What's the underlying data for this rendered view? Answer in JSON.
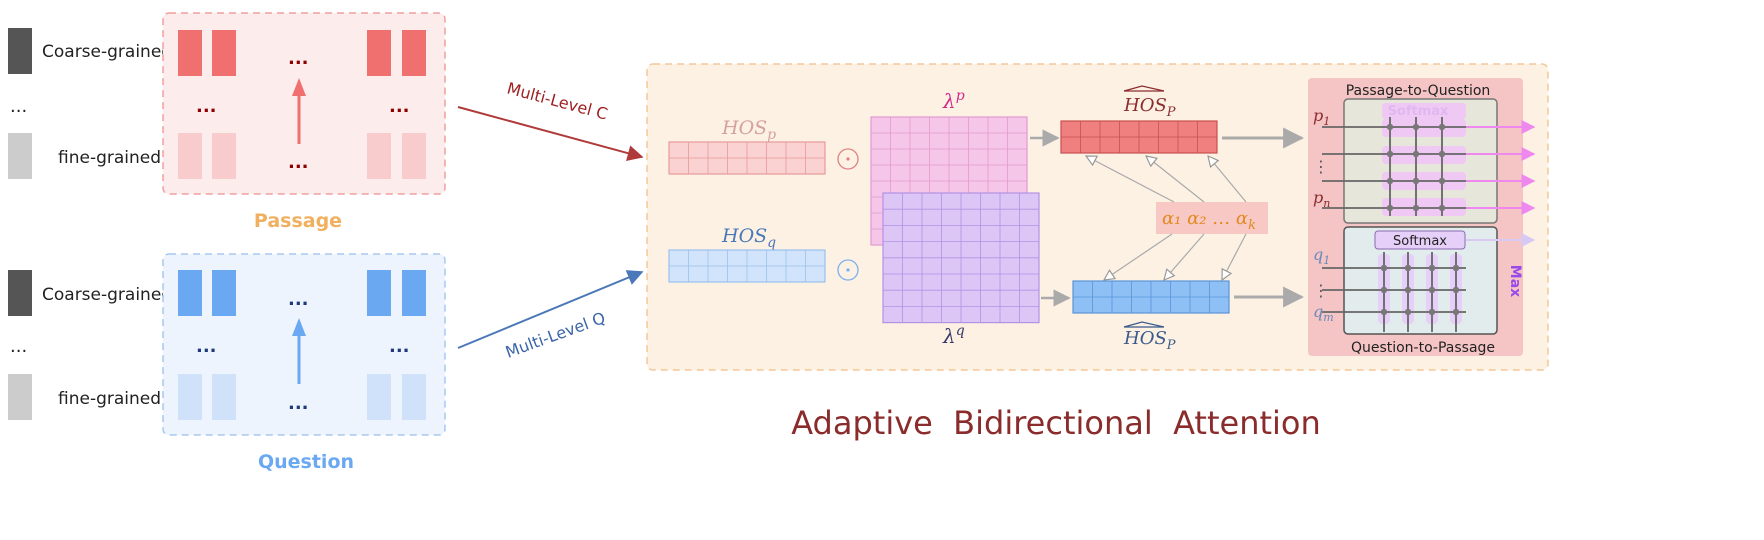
{
  "legend": {
    "coarse": "Coarse-grained",
    "fine": "fine-grained",
    "ellipsis": "..."
  },
  "passage": {
    "label": "Passage",
    "ellipsis": "..."
  },
  "question": {
    "label": "Question",
    "ellipsis": "..."
  },
  "arrows": {
    "multi_level_c": "Multi-Level C",
    "multi_level_q": "Multi-Level Q"
  },
  "attention": {
    "title": "Adaptive  Bidirectional  Attention",
    "hos_p": "HOS",
    "hos_p_sub": "p",
    "hos_q": "HOS",
    "hos_q_sub": "q",
    "odot": "⊙",
    "lambda_p": "λ",
    "lambda_p_sup": "p",
    "lambda_q": "λ",
    "lambda_q_sup": "q",
    "hos_hat_top": "HOS",
    "hos_hat_top_sub": "P",
    "hos_hat_bottom": "HOS",
    "hos_hat_bottom_sub": "P",
    "alphas": "α₁ α₂ … α",
    "alphas_sub": "k"
  },
  "p2q": {
    "title": "Passage-to-Question",
    "softmax": "Softmax",
    "p1": "p",
    "p1_sub": "1",
    "pn": "p",
    "pn_sub": "n",
    "dots": "⋮"
  },
  "q2p": {
    "title": "Question-to-Passage",
    "softmax": "Softmax",
    "q1": "q",
    "q1_sub": "1",
    "qm": "q",
    "qm_sub": "m",
    "dots": "⋮",
    "max": "Max"
  },
  "colors": {
    "passage_red": "#f07070",
    "passage_light": "#f8cccc",
    "question_blue": "#6aa9f2",
    "question_light": "#cfe2fa",
    "passage_label": "#f0b060",
    "question_label": "#6aa9f2",
    "title_color": "#8b2c2c",
    "attention_bg": "#fdf1e4"
  }
}
